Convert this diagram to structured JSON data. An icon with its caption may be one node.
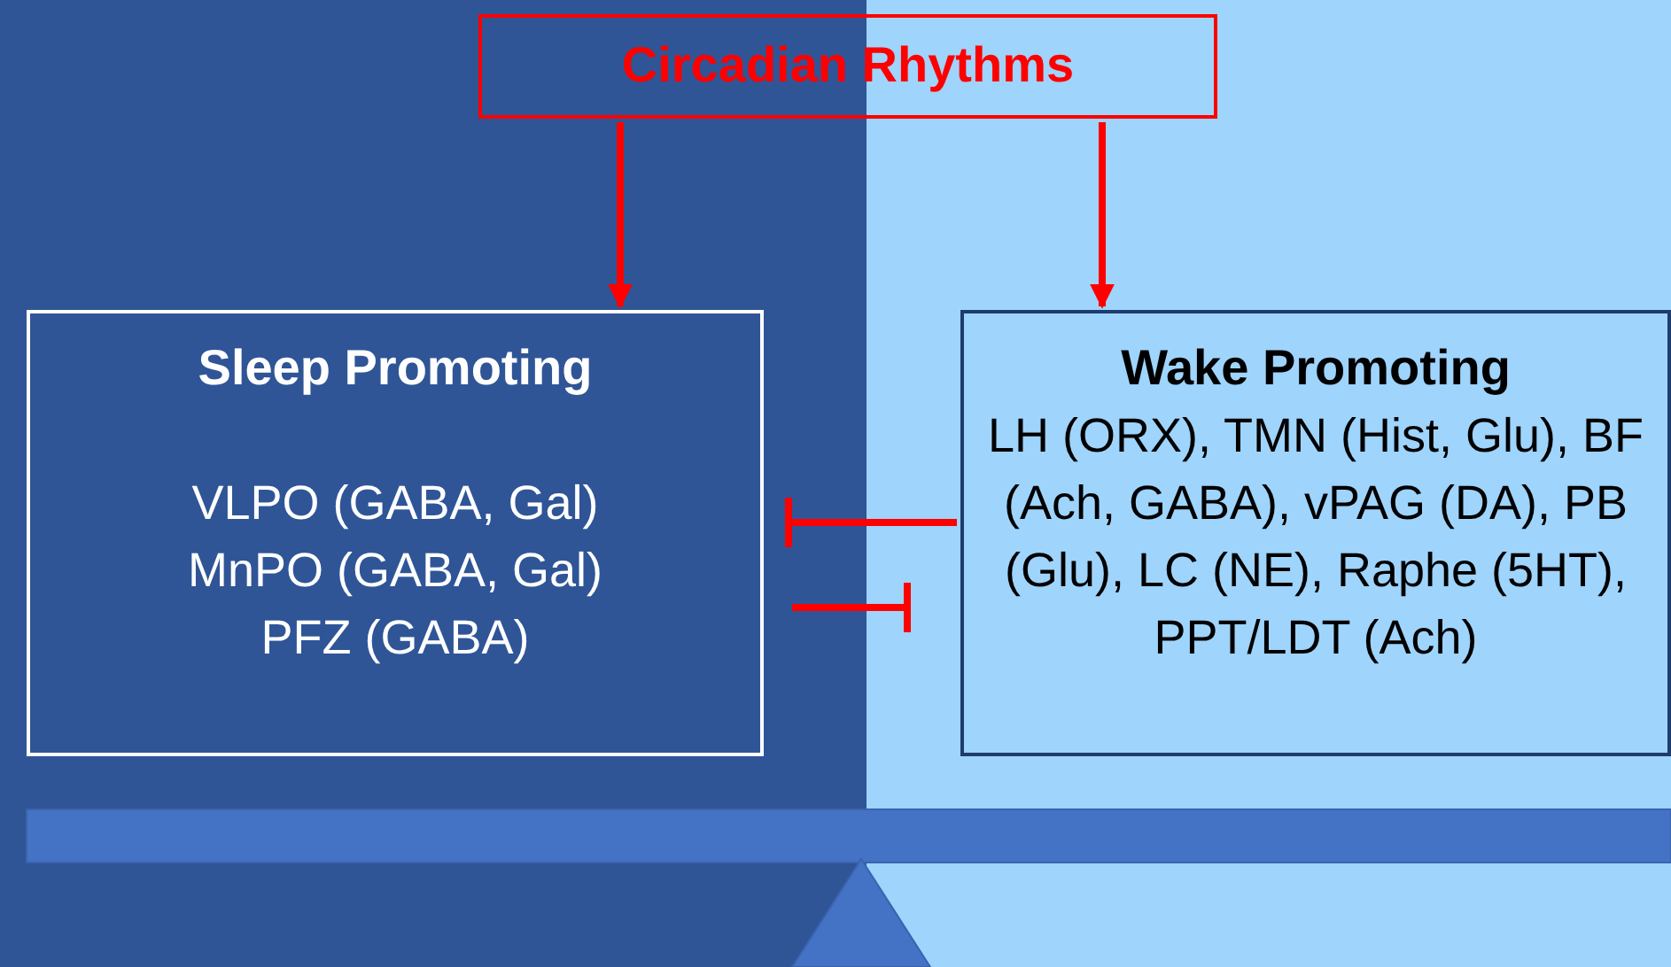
{
  "diagram": {
    "nodes": [
      {
        "text": [
          "Circadian Rhythms"
        ]
      },
      {
        "text": [
          "Sleep Promoting",
          "VLPO (GABA, Gal)",
          "MnPO (GABA, Gal)",
          "PFZ (GABA)"
        ]
      },
      {
        "text": [
          "Wake Promoting",
          "LH (ORX), TMN (Hist, Glu), BF (Ach, GABA), vPAG (DA), PB (Glu), LC (NE), Raphe (5HT), PPT/LDT (Ach)"
        ]
      }
    ],
    "edges": [
      {
        "from": 0,
        "to": 1,
        "arrow": "to"
      },
      {
        "from": 0,
        "to": 2,
        "arrow": "to"
      },
      {
        "from": 2,
        "to": 1,
        "arrow": "other"
      },
      {
        "from": 1,
        "to": 2,
        "arrow": "other"
      }
    ]
  }
}
